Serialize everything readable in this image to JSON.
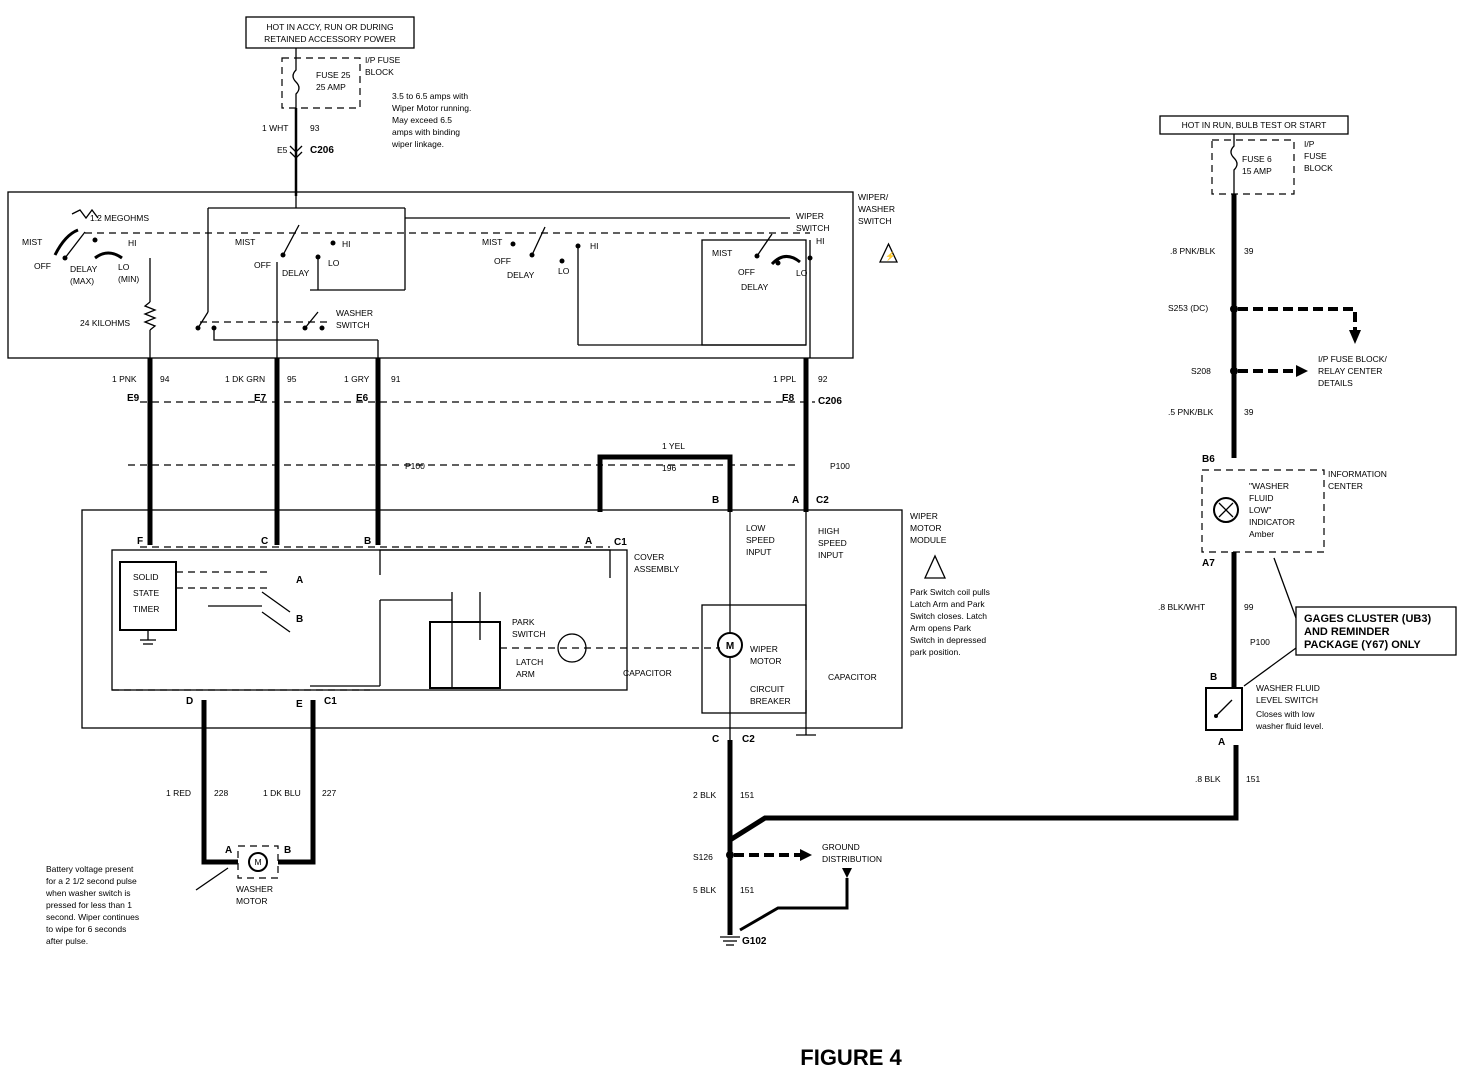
{
  "figure_title": "FIGURE 4",
  "power_left": {
    "source_line1": "HOT IN ACCY, RUN OR DURING",
    "source_line2": "RETAINED ACCESSORY POWER",
    "block_line1": "I/P FUSE",
    "block_line2": "BLOCK",
    "fuse_line1": "FUSE 25",
    "fuse_line2": "25 AMP",
    "note": [
      "3.5 to 6.5 amps with",
      "Wiper Motor running.",
      "May exceed 6.5",
      "amps with binding",
      "wiper linkage."
    ],
    "wire": "1 WHT",
    "circuit": "93",
    "pin": "E5",
    "connector": "C206"
  },
  "power_right": {
    "source": "HOT IN RUN, BULB TEST OR START",
    "block_line1": "I/P",
    "block_line2": "FUSE",
    "block_line3": "BLOCK",
    "fuse_line1": "FUSE 6",
    "fuse_line2": "15 AMP",
    "wire1": ".8 PNK/BLK",
    "circuit1": "39",
    "splice1": "S253 (DC)",
    "splice2": "S208",
    "ref_line1": "I/P FUSE BLOCK/",
    "ref_line2": "RELAY CENTER",
    "ref_line3": "DETAILS",
    "wire2": ".5 PNK/BLK",
    "circuit2": "39"
  },
  "switch_box": {
    "label1": "WIPER/",
    "label2": "WASHER",
    "label3": "SWITCH",
    "resistor1": "1.2 MEGOHMS",
    "resistor2": "24 KILOHMS",
    "mist": "MIST",
    "off": "OFF",
    "delay": "DELAY",
    "delay_max": "(MAX)",
    "lo": "LO",
    "lo_min": "(MIN)",
    "hi": "HI",
    "wiper_switch1": "WIPER",
    "wiper_switch2": "SWITCH",
    "washer_switch1": "WASHER",
    "washer_switch2": "SWITCH"
  },
  "wires_top": [
    {
      "color": "1 PNK",
      "circuit": "94",
      "pin": "E9"
    },
    {
      "color": "1 DK GRN",
      "circuit": "95",
      "pin": "E7"
    },
    {
      "color": "1 GRY",
      "circuit": "91",
      "pin": "E6"
    },
    {
      "color": "1 PPL",
      "circuit": "92",
      "pin": "E8"
    }
  ],
  "connector_c206": "C206",
  "connector_p100": "P100",
  "yel_wire": {
    "color": "1 YEL",
    "circuit": "196"
  },
  "module": {
    "label1": "WIPER",
    "label2": "MOTOR",
    "label3": "MODULE",
    "note": [
      "Park Switch coil pulls",
      "Latch Arm and Park",
      "Switch closes. Latch",
      "Arm opens Park",
      "Switch in depressed",
      "park position."
    ],
    "pins_top": [
      "F",
      "C",
      "B",
      "A"
    ],
    "conn_c1": "C1",
    "conn_c2": "C2",
    "pin_b": "B",
    "pin_a": "A",
    "cover1": "COVER",
    "cover2": "ASSEMBLY",
    "timer1": "SOLID",
    "timer2": "STATE",
    "timer3": "TIMER",
    "relay_a": "A",
    "relay_b": "B",
    "park1": "PARK",
    "park2": "SWITCH",
    "latch1": "LATCH",
    "latch2": "ARM",
    "low1": "LOW",
    "low2": "SPEED",
    "low3": "INPUT",
    "high1": "HIGH",
    "high2": "SPEED",
    "high3": "INPUT",
    "capacitor": "CAPACITOR",
    "wm1": "WIPER",
    "wm2": "MOTOR",
    "motor_m": "M",
    "cb1": "CIRCUIT",
    "cb2": "BREAKER",
    "pin_d": "D",
    "pin_e": "E",
    "pin_c": "C"
  },
  "washer": {
    "wire1": "1 RED",
    "circ1": "228",
    "wire2": "1 DK BLU",
    "circ2": "227",
    "pin_a": "A",
    "pin_b": "B",
    "label1": "WASHER",
    "label2": "MOTOR",
    "note": [
      "Battery voltage present",
      "for a 2 1/2 second pulse",
      "when washer switch is",
      "pressed for less than 1",
      "second. Wiper continues",
      "to wipe for 6 seconds",
      "after pulse."
    ]
  },
  "ground": {
    "wire1": "2 BLK",
    "circ1": "151",
    "splice": "S126",
    "dist1": "GROUND",
    "dist2": "DISTRIBUTION",
    "wire2": "5 BLK",
    "circ2": "151",
    "gnd": "G102"
  },
  "info_center": {
    "pin_top": "B6",
    "pin_bot": "A7",
    "label1": "INFORMATION",
    "label2": "CENTER",
    "ind1": "\"WASHER",
    "ind2": "FLUID",
    "ind3": "LOW\"",
    "ind4": "INDICATOR",
    "ind5": "Amber",
    "wire": ".8 BLK/WHT",
    "circuit": "99",
    "callout1": "GAGES CLUSTER (UB3)",
    "callout2": "AND REMINDER",
    "callout3": "PACKAGE (Y67) ONLY",
    "conn": "P100",
    "pin_b": "B",
    "pin_a": "A",
    "sw1": "WASHER FLUID",
    "sw2": "LEVEL SWITCH",
    "sw3": "Closes with low",
    "sw4": "washer fluid level.",
    "wire_gnd": ".8 BLK",
    "circ_gnd": "151"
  }
}
